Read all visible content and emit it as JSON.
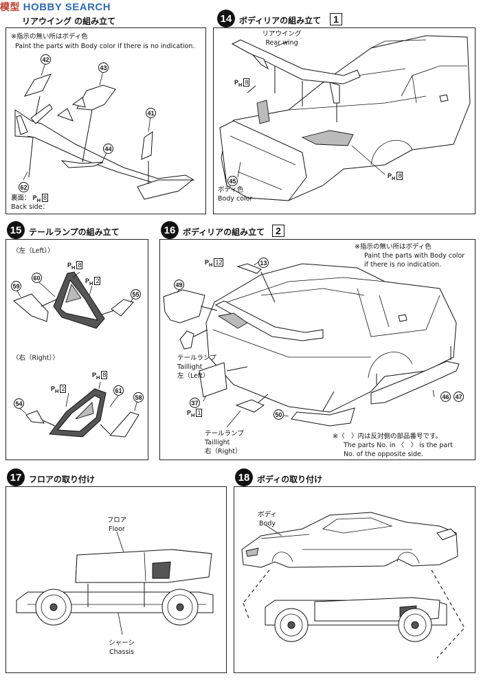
{
  "watermark": {
    "prefix": "模型",
    "text": "HOBBY SEARCH"
  },
  "common": {
    "body_color_note_jp": "※指示の無い所はボディ色",
    "body_color_note_en_1": "Paint the parts with Body color",
    "body_color_note_en_2": "if there is no indication.",
    "ph": "P",
    "ph_sub": "H"
  },
  "step13": {
    "title": "リアウイング の組み立て",
    "note_jp": "※指示の無い所はボディ色",
    "note_en": "Paint the parts with Body color if there is no indication.",
    "parts": [
      "42",
      "43",
      "41",
      "44",
      "62"
    ],
    "ph_val": "8",
    "back_side_jp": "裏面：",
    "back_side_en": "Back side："
  },
  "step14": {
    "num": "14",
    "title": "ボディリアの組み立て",
    "box": "1",
    "rear_wing_jp": "リアウイング",
    "rear_wing_en": "Rear wing",
    "ph_left": "8",
    "ph_right": "8",
    "part": "45",
    "body_color_jp": "ボディ色",
    "body_color_en": "Body color"
  },
  "step15": {
    "num": "15",
    "title": "テールランプの組み立て",
    "left_label": "〈左（Left）〉",
    "right_label": "〈右（Right）〉",
    "left_parts": [
      "60",
      "59",
      "55"
    ],
    "right_parts": [
      "61",
      "54",
      "58"
    ],
    "ph_8a": "8",
    "ph_2a": "2",
    "ph_8b": "8",
    "ph_2b": "2"
  },
  "step16": {
    "num": "16",
    "title": "ボディリアの組み立て",
    "box": "2",
    "ph_12": "12",
    "ph_1": "1",
    "parts": [
      "13",
      "49",
      "37",
      "50",
      "46",
      "47"
    ],
    "taillight_left_jp": "テールランプ",
    "taillight_left_en": "Taillight",
    "taillight_left_side": "左（Left）",
    "taillight_right_jp": "テールランプ",
    "taillight_right_en": "Taillight",
    "taillight_right_side": "右（Right）",
    "opposite_jp": "※〈　〉内は反対側の部品番号です。",
    "opposite_en_1": "The parts No. in 〈　〉 is the part",
    "opposite_en_2": "No. of the opposite side."
  },
  "step17": {
    "num": "17",
    "title": "フロアの取り付け",
    "floor_jp": "フロア",
    "floor_en": "Floor",
    "chassis_jp": "シャーシ",
    "chassis_en": "Chassis"
  },
  "step18": {
    "num": "18",
    "title": "ボディの取り付け",
    "body_jp": "ボディ",
    "body_en": "Body"
  }
}
